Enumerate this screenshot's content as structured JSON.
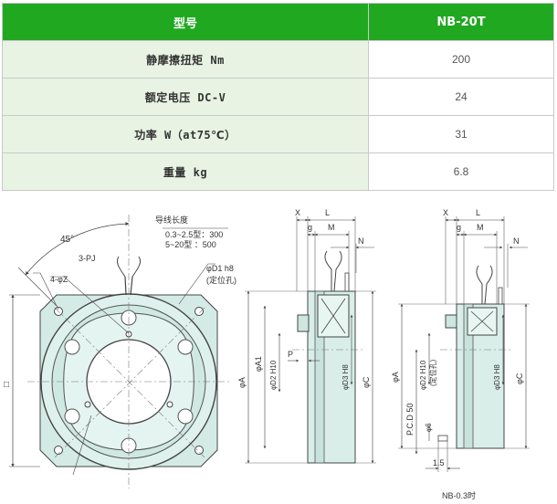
{
  "table": {
    "header": {
      "model_label": "型号",
      "model_value": "NB-20T"
    },
    "rows": [
      {
        "label": "静摩擦扭矩 Nm",
        "value": "200"
      },
      {
        "label": "额定电压 DC-V",
        "value": "24"
      },
      {
        "label": "功率 W（at75℃）",
        "value": "31"
      },
      {
        "label": "重量 kg",
        "value": "6.8"
      }
    ]
  },
  "drawing": {
    "front_view": {
      "angle_label": "45°",
      "lead_wire_title": "导线长度",
      "lead_wire_line1": "0.3~2.5型：300",
      "lead_wire_line2": "5~20型  ：500",
      "pj_label": "3-PJ",
      "hole_label": "4-φZ",
      "bore_label": "φD1 h8",
      "bore_note": "(定位孔)",
      "side_label": "□"
    },
    "side_view_1": {
      "x_label": "X",
      "l_label": "L",
      "g_label": "g",
      "m_label": "M",
      "n_label": "N",
      "p_label": "P",
      "a_label": "φA",
      "a1_label": "φA1",
      "d2_label": "φD2 H10",
      "d3_label": "φD3 H8",
      "c_label": "φC"
    },
    "side_view_2": {
      "x_label": "X",
      "l_label": "L",
      "g_label": "g",
      "m_label": "M",
      "n_label": "N",
      "a_label": "φA",
      "pcd_label": "P.C.D 50",
      "d2_label": "φD2 H10",
      "d2_note": "(定位孔)",
      "phi6_label": "φ6",
      "d3_label": "φD3 H8",
      "c_label": "φC",
      "dim15_label": "1.5",
      "caption": "NB-0.3时"
    }
  },
  "colors": {
    "header_bg": "#21a821",
    "label_bg": "#e8f3e3",
    "part_fill": "#dbefe9"
  }
}
